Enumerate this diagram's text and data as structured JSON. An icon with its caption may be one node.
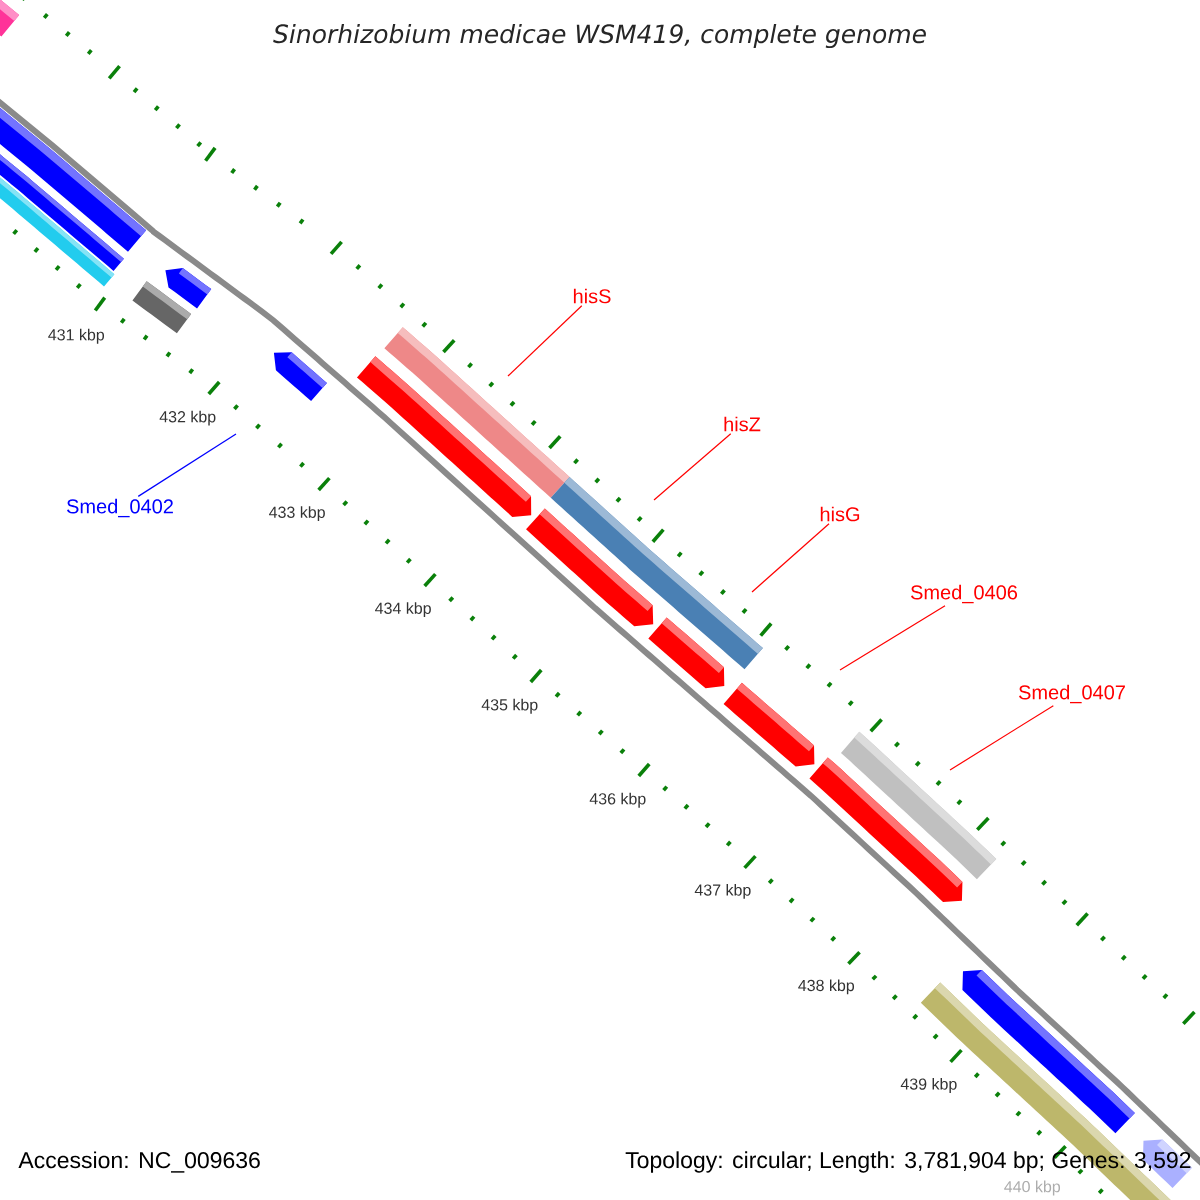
{
  "diagram": {
    "title": "Sinorhizobium medicae WSM419, complete genome",
    "nodes": [
      {
        "text": [
          "hisS"
        ]
      },
      {
        "text": [
          "hisZ"
        ]
      },
      {
        "text": [
          "Smed_0402"
        ]
      },
      {
        "text": [
          "hisG"
        ]
      },
      {
        "text": [
          "Smed_0406"
        ]
      },
      {
        "text": [
          "Smed_0407"
        ]
      }
    ],
    "edges": [
      {
        "from": 0,
        "to": null,
        "arrow": "none"
      },
      {
        "from": 1,
        "to": null,
        "arrow": "none"
      },
      {
        "from": 2,
        "to": null,
        "arrow": "none",
        "color": "#0000ff"
      },
      {
        "from": 3,
        "to": null,
        "arrow": "none"
      },
      {
        "from": 4,
        "to": null,
        "arrow": "none"
      },
      {
        "from": 5,
        "to": null,
        "arrow": "none"
      }
    ],
    "labels": [
      "431 kbp",
      "432 kbp",
      "433 kbp",
      "434 kbp",
      "435 kbp",
      "436 kbp",
      "437 kbp",
      "438 kbp",
      "439 kbp",
      "440 kbp",
      "Accession: NC_009636",
      "Topology: circular; Length: 3,781,904 bp; Genes: 3,592"
    ]
  }
}
